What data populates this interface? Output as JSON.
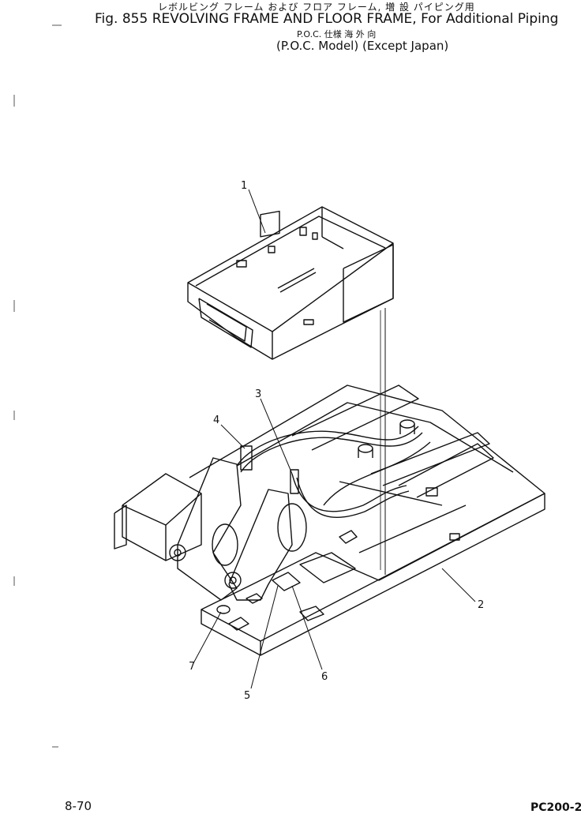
{
  "header": {
    "japanese_title": "レボルビング フレーム および フロア フレーム, 増 設 パイピング用",
    "title": "Fig. 855  REVOLVING FRAME AND FLOOR FRAME, For Additional Piping",
    "poc_japanese": "P.O.C. 仕様 海 外 向",
    "model": "(P.O.C. Model) (Except Japan)"
  },
  "callouts": [
    "1",
    "2",
    "3",
    "4",
    "5",
    "6",
    "7"
  ],
  "footer": {
    "page_number": "8-70",
    "model_code": "PC200-2"
  }
}
